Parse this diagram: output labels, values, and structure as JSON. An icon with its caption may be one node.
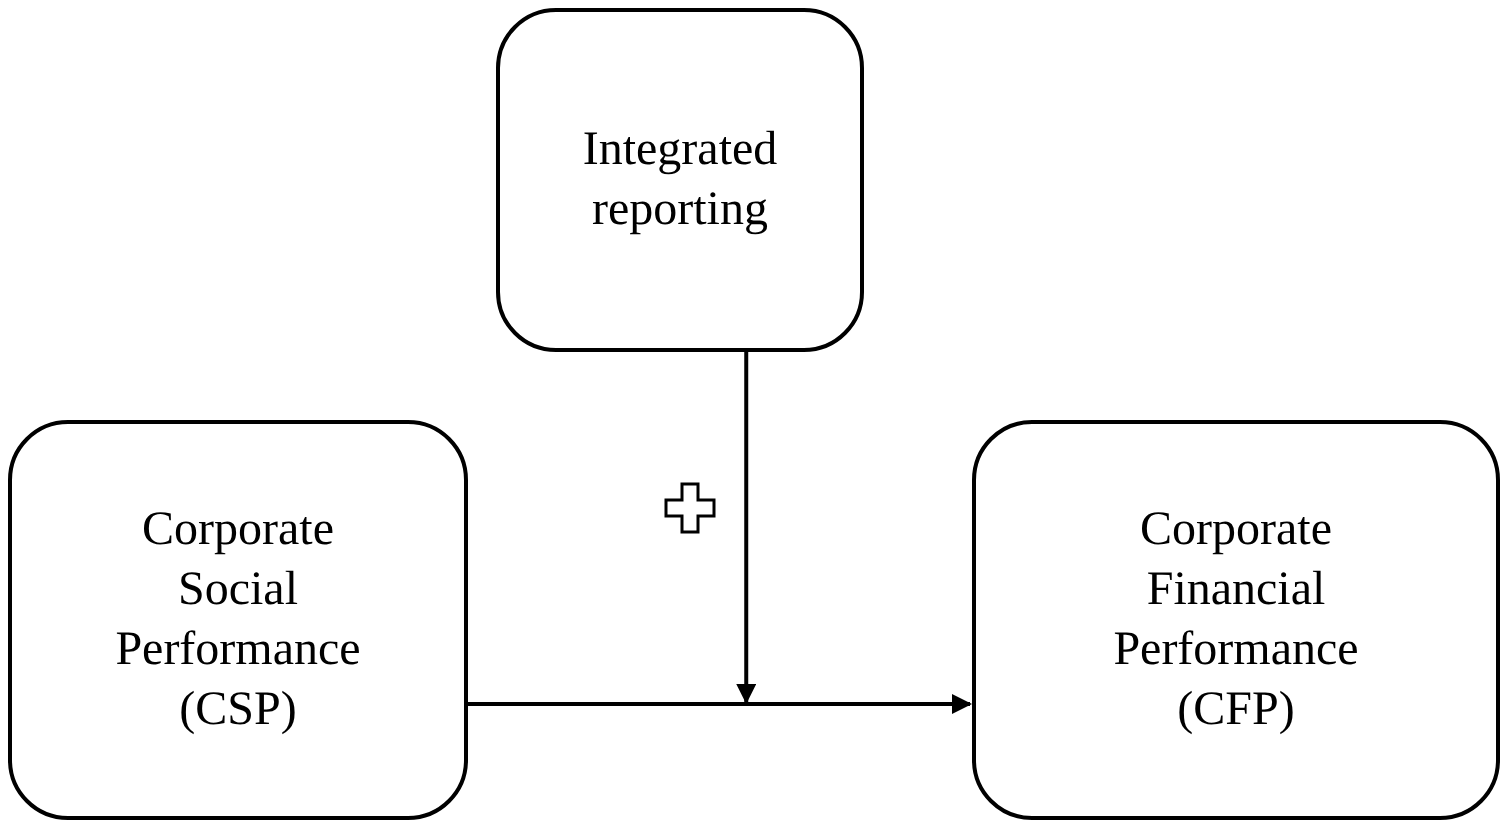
{
  "diagram": {
    "nodes": [
      {
        "text": [
          "Integrated reporting"
        ]
      },
      {
        "text": [
          "Corporate Social Performance (CSP)"
        ]
      },
      {
        "text": [
          "Corporate Financial Performance (CFP)"
        ]
      }
    ],
    "edges": [
      {
        "from": 1,
        "to": 2,
        "arrow": "to"
      },
      {
        "from": 0,
        "to": null,
        "arrow": "to"
      }
    ]
  }
}
